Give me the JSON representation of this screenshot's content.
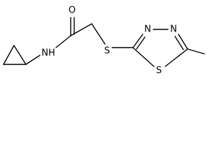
{
  "molecule": {
    "atoms": {
      "oxygen": "O",
      "amide_nitrogen": "NH",
      "thioether_sulfur": "S",
      "ring_nitrogen_1": "N",
      "ring_nitrogen_2": "N",
      "ring_sulfur": "S"
    }
  }
}
